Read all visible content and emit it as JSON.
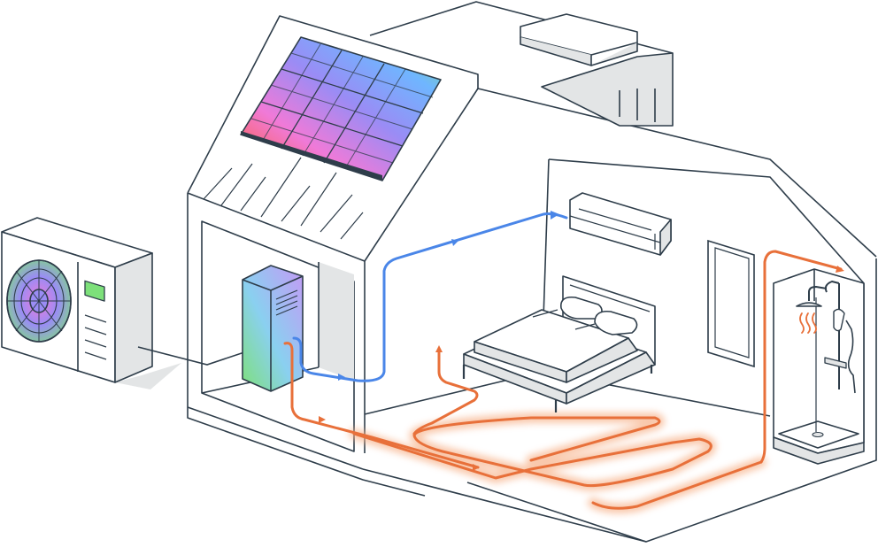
{
  "diagram": {
    "components": [
      {
        "id": "outdoor-unit",
        "icon": "heat-pump-outdoor-unit-icon"
      },
      {
        "id": "indoor-unit",
        "icon": "indoor-heat-pump-tank-icon"
      },
      {
        "id": "solar-panel",
        "icon": "solar-panel-icon"
      },
      {
        "id": "air-conditioner",
        "icon": "wall-ac-unit-icon"
      },
      {
        "id": "bed",
        "icon": "bed-icon"
      },
      {
        "id": "shower",
        "icon": "shower-icon"
      },
      {
        "id": "window",
        "icon": "window-icon"
      },
      {
        "id": "roof-vent",
        "icon": "roof-vent-icon"
      }
    ],
    "flows": [
      {
        "id": "cooling-line",
        "from": "indoor-unit",
        "to": "air-conditioner",
        "color": "#4a86e8"
      },
      {
        "id": "floor-heating-loop",
        "from": "indoor-unit",
        "to": "floor",
        "color": "#e8703a"
      },
      {
        "id": "hot-water-line",
        "from": "indoor-unit",
        "to": "shower",
        "color": "#e8703a"
      },
      {
        "id": "refrigerant-line",
        "from": "outdoor-unit",
        "to": "indoor-unit",
        "color": "#2e3d4a"
      }
    ],
    "colors": {
      "outline": "#2e3d4a",
      "wall_shade": "#e3e5e6",
      "cool": "#4a86e8",
      "heat": "#e8703a",
      "heat_glow": "#f7b28a"
    }
  }
}
